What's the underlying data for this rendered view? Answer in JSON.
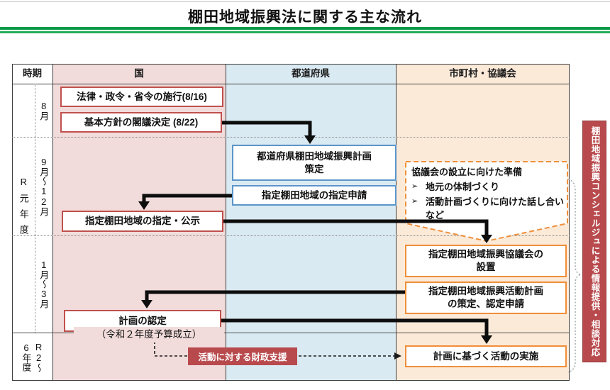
{
  "title": "棚田地域振興法に関する主な流れ",
  "table": {
    "headers": {
      "period": "時期",
      "national": "国",
      "prefecture": "都道府県",
      "municipality": "市町村・協議会"
    },
    "periods": {
      "fiscal_year": "R元年度",
      "august": "8月",
      "sep_dec": "9月〜12月",
      "jan_mar": "1月〜3月",
      "r2_line1": "R2〜",
      "r2_line2": "6年度"
    }
  },
  "national": {
    "law_enforcement": "法律・政令・省令の施行(8/16)",
    "cabinet_decision": "基本方針の閣議決定 (8/22)",
    "designation_announcement": "指定棚田地域の指定・公示",
    "plan_certification": "計画の認定",
    "budget_note": "（令和２年度予算成立）",
    "financial_support": "活動に対する財政支援"
  },
  "prefecture": {
    "promotion_plan": "都道府県棚田地域振興計画策定",
    "designation_application": "指定棚田地域の指定申請"
  },
  "municipality": {
    "prep_title": "協議会の設立に向けた準備",
    "prep_item1": "地元の体制づくり",
    "prep_item2": "活動計画づくりに向けた話し合い　など",
    "council_establishment": "指定棚田地域振興協議会の設置",
    "activity_plan": "指定棚田地域振興活動計画の策定、認定申請",
    "activity_implementation": "計画に基づく活動の実施"
  },
  "sidebar": {
    "concierge": "棚田地域振興コンシェルジュによる情報提供・相談対応"
  },
  "icons": {
    "bullet": "➢"
  },
  "colors": {
    "national_bg": "#f1dcdb",
    "prefecture_bg": "#daeaf2",
    "municipality_bg": "#fcead9",
    "red_accent": "#c0504d",
    "blue_accent": "#5b95c8",
    "orange_accent": "#ef8f3a",
    "dark_red_fill": "#b84a4d",
    "green_rule": "#0a9a47"
  }
}
